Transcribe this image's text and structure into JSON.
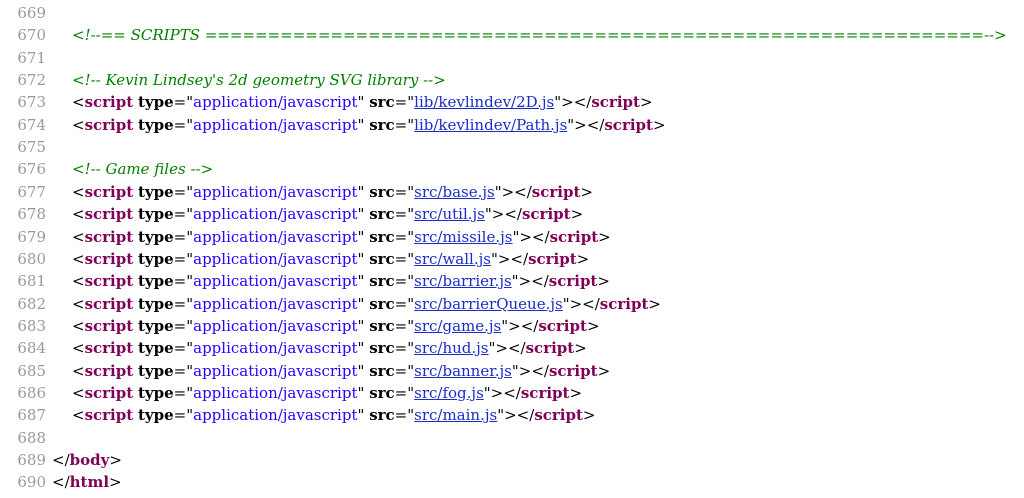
{
  "colors": {
    "line_number": "#9a9a9a",
    "comment": "#008000",
    "tag": "#7f0055",
    "value": "#2a00ff",
    "link": "#1a2dc8"
  },
  "lines": [
    {
      "n": "669",
      "indent": 0,
      "kind": "blank"
    },
    {
      "n": "670",
      "indent": 1,
      "kind": "comment",
      "text": "<!--== SCRIPTS ==============================================================-->"
    },
    {
      "n": "671",
      "indent": 0,
      "kind": "blank"
    },
    {
      "n": "672",
      "indent": 1,
      "kind": "comment",
      "text": "<!-- Kevin Lindsey's 2d geometry SVG library -->"
    },
    {
      "n": "673",
      "indent": 1,
      "kind": "script",
      "src": "lib/kevlindev/2D.js"
    },
    {
      "n": "674",
      "indent": 1,
      "kind": "script",
      "src": "lib/kevlindev/Path.js"
    },
    {
      "n": "675",
      "indent": 0,
      "kind": "blank"
    },
    {
      "n": "676",
      "indent": 1,
      "kind": "comment",
      "text": "<!-- Game files -->"
    },
    {
      "n": "677",
      "indent": 1,
      "kind": "script",
      "src": "src/base.js"
    },
    {
      "n": "678",
      "indent": 1,
      "kind": "script",
      "src": "src/util.js"
    },
    {
      "n": "679",
      "indent": 1,
      "kind": "script",
      "src": "src/missile.js"
    },
    {
      "n": "680",
      "indent": 1,
      "kind": "script",
      "src": "src/wall.js"
    },
    {
      "n": "681",
      "indent": 1,
      "kind": "script",
      "src": "src/barrier.js"
    },
    {
      "n": "682",
      "indent": 1,
      "kind": "script",
      "src": "src/barrierQueue.js"
    },
    {
      "n": "683",
      "indent": 1,
      "kind": "script",
      "src": "src/game.js"
    },
    {
      "n": "684",
      "indent": 1,
      "kind": "script",
      "src": "src/hud.js"
    },
    {
      "n": "685",
      "indent": 1,
      "kind": "script",
      "src": "src/banner.js"
    },
    {
      "n": "686",
      "indent": 1,
      "kind": "script",
      "src": "src/fog.js"
    },
    {
      "n": "687",
      "indent": 1,
      "kind": "script",
      "src": "src/main.js"
    },
    {
      "n": "688",
      "indent": 0,
      "kind": "blank"
    },
    {
      "n": "689",
      "indent": 0,
      "kind": "close",
      "tag": "body"
    },
    {
      "n": "690",
      "indent": 0,
      "kind": "close",
      "tag": "html"
    }
  ],
  "tokens": {
    "script_tag": "script",
    "type_attr": "type",
    "type_value": "application/javascript",
    "src_attr": "src"
  }
}
